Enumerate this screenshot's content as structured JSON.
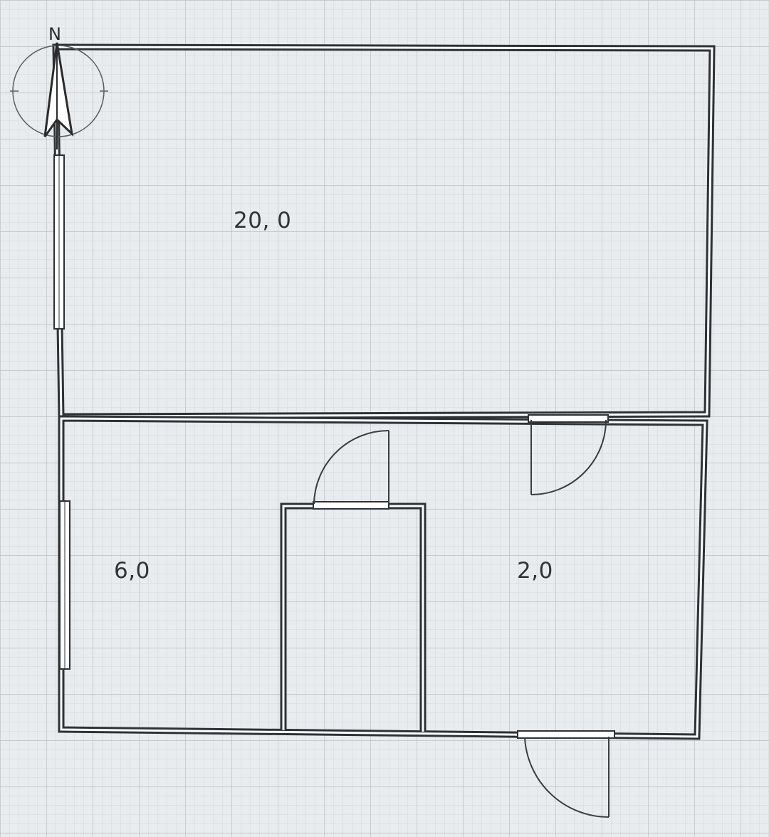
{
  "plan": {
    "compass": {
      "letter": "N"
    },
    "rooms": [
      {
        "id": "north-room",
        "label": "20, 0"
      },
      {
        "id": "southwest-room",
        "label": "6,0"
      },
      {
        "id": "southeast-room",
        "label": "2,0"
      }
    ]
  },
  "colors": {
    "background": "#e9ecee",
    "grid_minor": "#d3d8dc",
    "grid_major": "#b9bfc4",
    "wall": "#2e3236",
    "wall_fill": "#ffffff",
    "door": "#3a3d40",
    "text": "#303438"
  }
}
